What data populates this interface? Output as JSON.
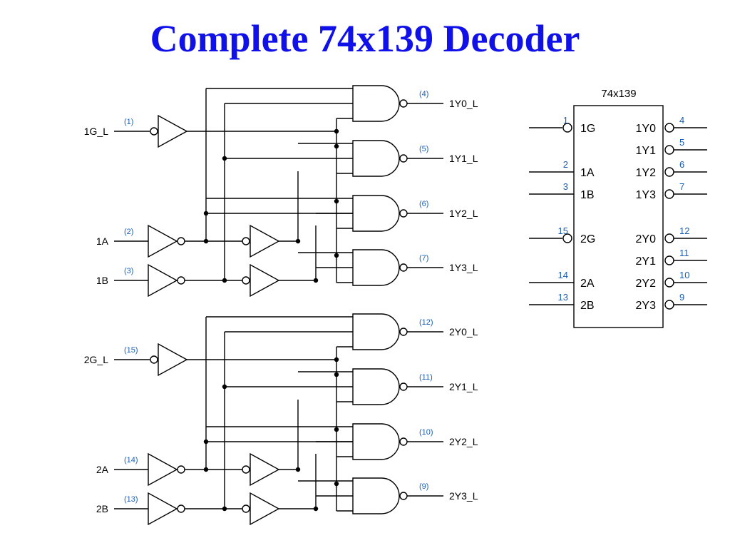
{
  "title": "Complete 74x139 Decoder",
  "colors": {
    "title": "#1010e8",
    "pin_number": "#1a5fb4",
    "wire": "#000000"
  },
  "left_schematic": {
    "half1": {
      "inputs": {
        "enable": "1G_L",
        "a": "1A",
        "b": "1B"
      },
      "input_pins": {
        "enable": "(1)",
        "a": "(2)",
        "b": "(3)"
      },
      "outputs": [
        "1Y0_L",
        "1Y1_L",
        "1Y2_L",
        "1Y3_L"
      ],
      "output_pins": [
        "(4)",
        "(5)",
        "(6)",
        "(7)"
      ]
    },
    "half2": {
      "inputs": {
        "enable": "2G_L",
        "a": "2A",
        "b": "2B"
      },
      "input_pins": {
        "enable": "(15)",
        "a": "(14)",
        "b": "(13)"
      },
      "outputs": [
        "2Y0_L",
        "2Y1_L",
        "2Y2_L",
        "2Y3_L"
      ],
      "output_pins": [
        "(12)",
        "(11)",
        "(10)",
        "(9)"
      ]
    }
  },
  "chip": {
    "name": "74x139",
    "left_pins": [
      {
        "num": "1",
        "label": "1G"
      },
      {
        "num": "2",
        "label": "1A"
      },
      {
        "num": "3",
        "label": "1B"
      },
      {
        "num": "15",
        "label": "2G"
      },
      {
        "num": "14",
        "label": "2A"
      },
      {
        "num": "13",
        "label": "2B"
      }
    ],
    "right_pins": [
      {
        "num": "4",
        "label": "1Y0"
      },
      {
        "num": "5",
        "label": "1Y1"
      },
      {
        "num": "6",
        "label": "1Y2"
      },
      {
        "num": "7",
        "label": "1Y3"
      },
      {
        "num": "12",
        "label": "2Y0"
      },
      {
        "num": "11",
        "label": "2Y1"
      },
      {
        "num": "10",
        "label": "2Y2"
      },
      {
        "num": "9",
        "label": "2Y3"
      }
    ]
  }
}
